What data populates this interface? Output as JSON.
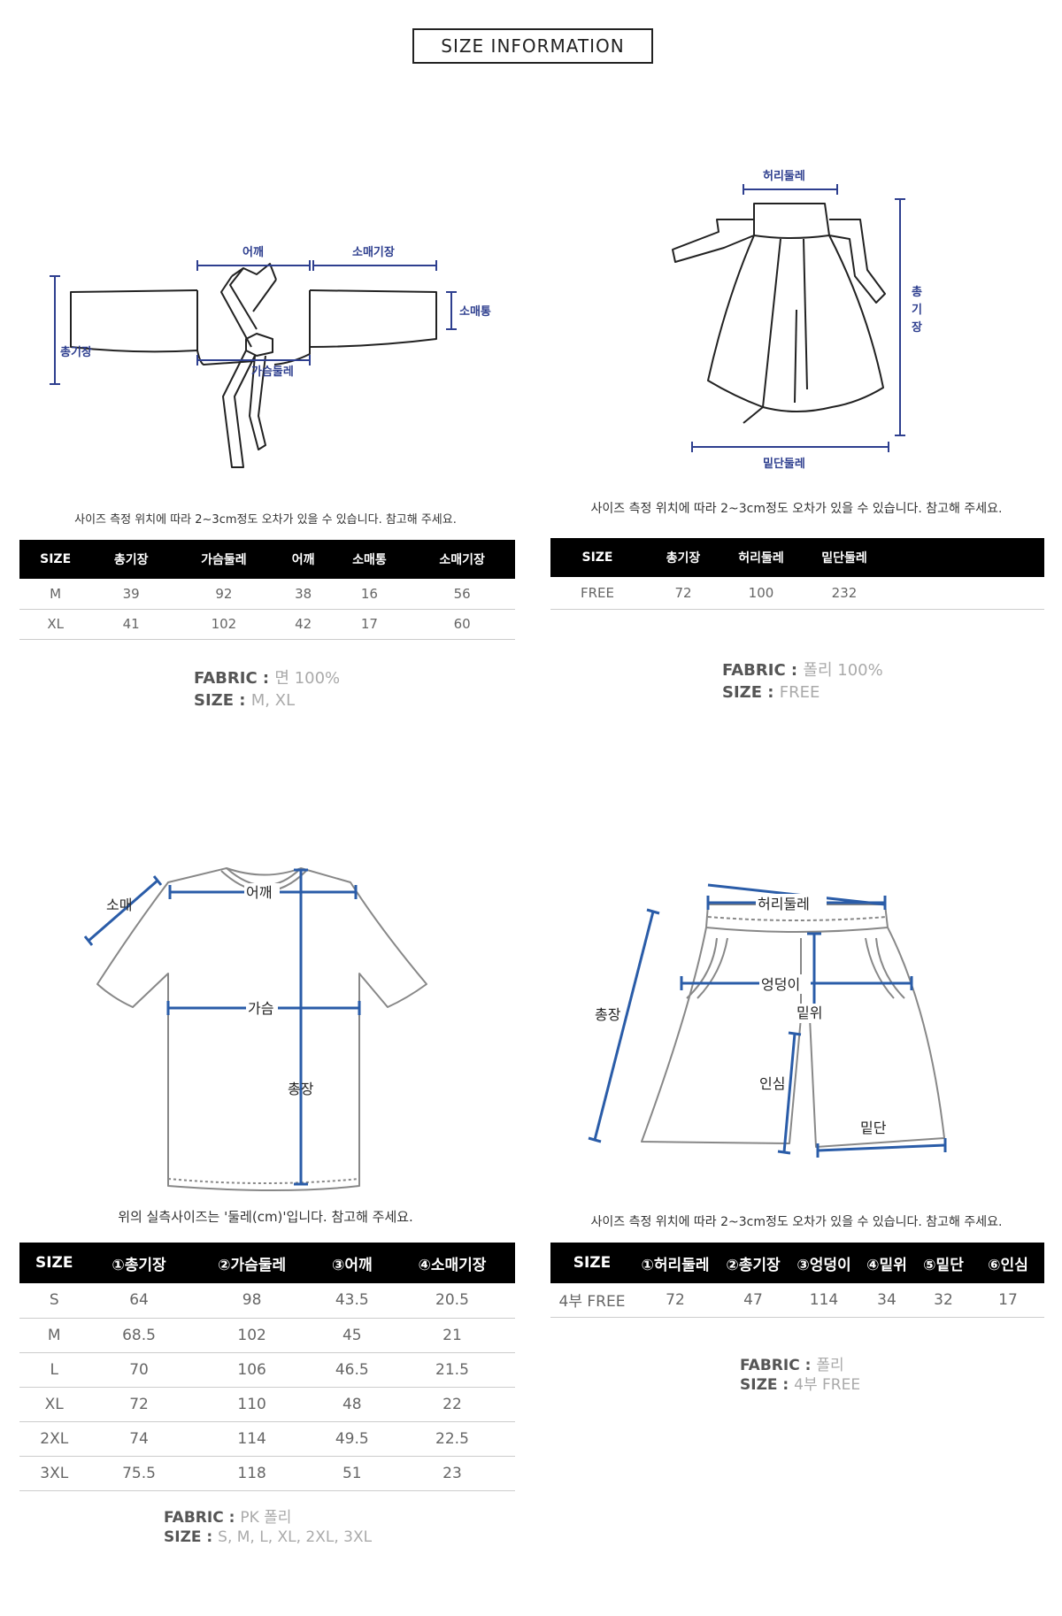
{
  "title": "SIZE INFORMATION",
  "colors": {
    "measure_line_1": "#2e3f8f",
    "measure_line_2": "#2a5ca8",
    "header_bg": "#000000"
  },
  "top_left": {
    "labels": {
      "shoulder": "어깨",
      "sleeve_length": "소매기장",
      "sleeve_width": "소매통",
      "total_length": "총기장",
      "chest": "가슴둘레"
    },
    "note": "사이즈 측정 위치에 따라 2~3cm정도 오차가 있을 수 있습니다. 참고해 주세요.",
    "table": {
      "headers": [
        "SIZE",
        "총기장",
        "가슴둘레",
        "어깨",
        "소매통",
        "소매기장"
      ],
      "rows": [
        [
          "M",
          "39",
          "92",
          "38",
          "16",
          "56"
        ],
        [
          "XL",
          "41",
          "102",
          "42",
          "17",
          "60"
        ]
      ]
    },
    "fabric_label": "FABRIC :",
    "fabric_value": "면 100%",
    "size_label": "SIZE :",
    "size_value": "M, XL"
  },
  "top_right": {
    "labels": {
      "waist": "허리둘레",
      "total_length": [
        "총",
        "기",
        "장"
      ],
      "hem": "밑단둘레"
    },
    "note": "사이즈 측정 위치에 따라 2~3cm정도 오차가 있을 수 있습니다. 참고해 주세요.",
    "table": {
      "headers": [
        "SIZE",
        "총기장",
        "허리둘레",
        "밑단둘레"
      ],
      "rows": [
        [
          "FREE",
          "72",
          "100",
          "232"
        ]
      ]
    },
    "fabric_label": "FABRIC :",
    "fabric_value": "폴리 100%",
    "size_label": "SIZE :",
    "size_value": "FREE"
  },
  "bottom_left": {
    "labels": {
      "sleeve": "소매",
      "shoulder": "어깨",
      "chest": "가슴",
      "total_length": "총장"
    },
    "note": "위의 실측사이즈는 '둘레(cm)'입니다. 참고해 주세요.",
    "table": {
      "headers": [
        "SIZE",
        "①총기장",
        "②가슴둘레",
        "③어깨",
        "④소매기장"
      ],
      "rows": [
        [
          "S",
          "64",
          "98",
          "43.5",
          "20.5"
        ],
        [
          "M",
          "68.5",
          "102",
          "45",
          "21"
        ],
        [
          "L",
          "70",
          "106",
          "46.5",
          "21.5"
        ],
        [
          "XL",
          "72",
          "110",
          "48",
          "22"
        ],
        [
          "2XL",
          "74",
          "114",
          "49.5",
          "22.5"
        ],
        [
          "3XL",
          "75.5",
          "118",
          "51",
          "23"
        ]
      ]
    },
    "fabric_label": "FABRIC :",
    "fabric_value": "PK 폴리",
    "size_label": "SIZE :",
    "size_value": "S, M, L, XL, 2XL, 3XL"
  },
  "bottom_right": {
    "labels": {
      "waist": "허리둘레",
      "hip": "엉덩이",
      "total_length": "총장",
      "rise": "밑위",
      "inseam": "인심",
      "hem": "밑단"
    },
    "note": "사이즈 측정 위치에 따라 2~3cm정도 오차가 있을 수 있습니다. 참고해 주세요.",
    "table": {
      "headers": [
        "SIZE",
        "①허리둘레",
        "②총기장",
        "③엉덩이",
        "④밑위",
        "⑤밑단",
        "⑥인심"
      ],
      "rows": [
        [
          "4부 FREE",
          "72",
          "47",
          "114",
          "34",
          "32",
          "17"
        ]
      ]
    },
    "fabric_label": "FABRIC :",
    "fabric_value": "폴리",
    "size_label": "SIZE :",
    "size_value": "4부 FREE"
  }
}
